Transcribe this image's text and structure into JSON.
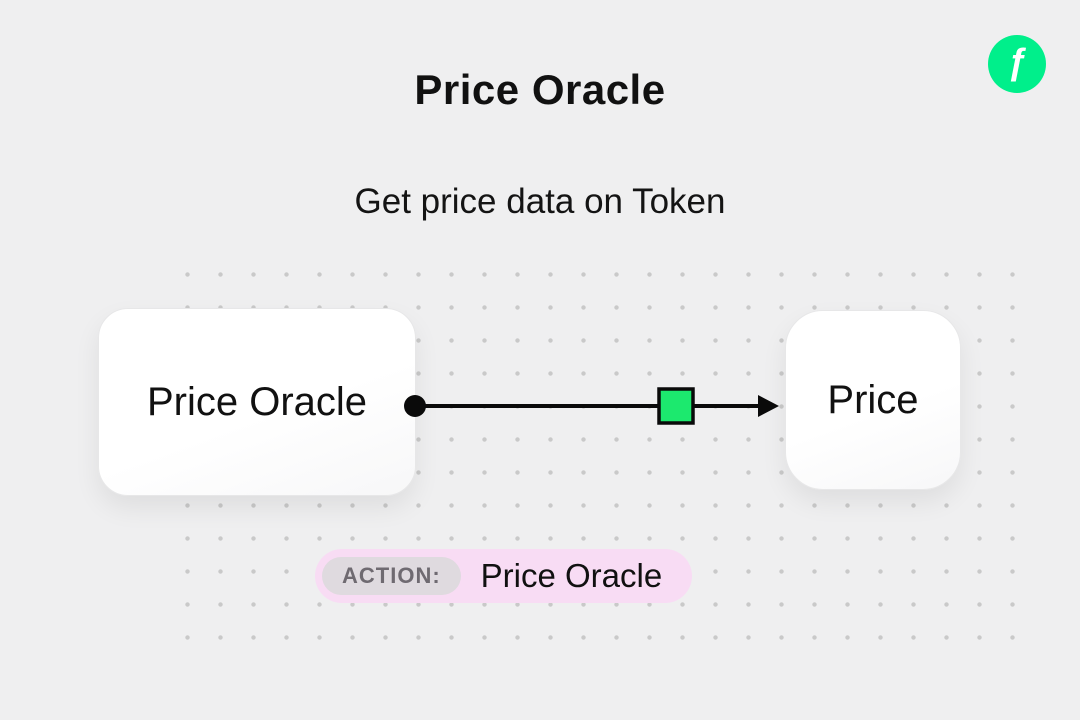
{
  "page": {
    "title": "Price Oracle",
    "subtitle": "Get price data on Token"
  },
  "logo": {
    "name": "flow-logo",
    "glyph": "ƒ"
  },
  "diagram": {
    "nodes": [
      {
        "id": "price-oracle",
        "label": "Price Oracle"
      },
      {
        "id": "price",
        "label": "Price"
      }
    ],
    "edge": {
      "from": "price-oracle",
      "to": "price",
      "marker": "green-square"
    }
  },
  "action": {
    "badge": "ACTION:",
    "label": "Price Oracle"
  },
  "colors": {
    "bg": "#efeff0",
    "ink": "#111111",
    "flow_green": "#00ef8b",
    "marker_green": "#1ce96e",
    "pink": "#f8dcf4",
    "badge_gray": "#dfdadf",
    "badge_text": "#6f6a71",
    "dot": "#c9c9c9",
    "card_border": "#e7e7e8"
  }
}
